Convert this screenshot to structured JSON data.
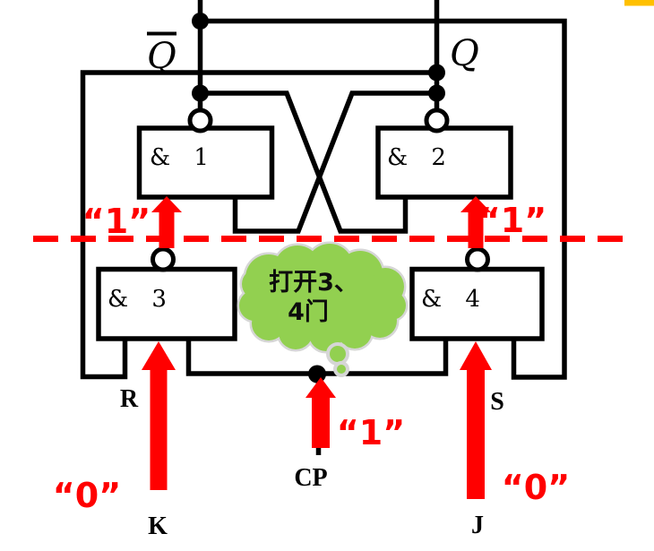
{
  "figure": {
    "gates": [
      {
        "label": "& 1"
      },
      {
        "label": "& 2"
      },
      {
        "label": "& 3"
      },
      {
        "label": "& 4"
      }
    ],
    "outputs": {
      "qbar_label": "Q",
      "q_label": "Q"
    },
    "terminals": {
      "r": "R",
      "s": "S",
      "cp": "CP",
      "k": "K",
      "j": "J"
    },
    "annotations": {
      "gate1_in": "“1”",
      "gate2_in": "“1”",
      "cp_in": "“1”",
      "k_in": "“0”",
      "j_in": "“0”",
      "callout_line1": "打开3、",
      "callout_line2": "4门"
    },
    "colors": {
      "annotation_red": "#FF0000",
      "wire_black": "#000000",
      "callout_green": "#92D050",
      "callout_outline": "#D6D6D6",
      "corner_mark_yellow": "#FFC000"
    }
  }
}
